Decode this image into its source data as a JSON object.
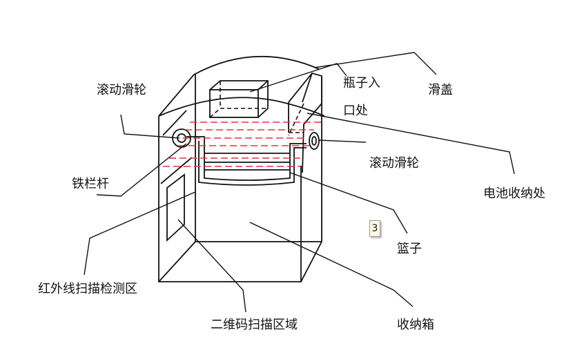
{
  "labels": {
    "roller_left": "滚动滑轮",
    "iron_rail": "铁栏杆",
    "infrared_zone": "红外线扫描检测区",
    "qr_zone": "二维码扫描区域",
    "storage_box": "收纳箱",
    "basket": "篮子",
    "roller_right": "滚动滑轮",
    "battery_storage": "电池收纳处",
    "bottle_entry_line1": "瓶子入",
    "bottle_entry_line2": "口处",
    "slide_cover": "滑盖"
  },
  "badge": "3",
  "colors": {
    "laser": "#e8303a",
    "line": "#111111"
  }
}
